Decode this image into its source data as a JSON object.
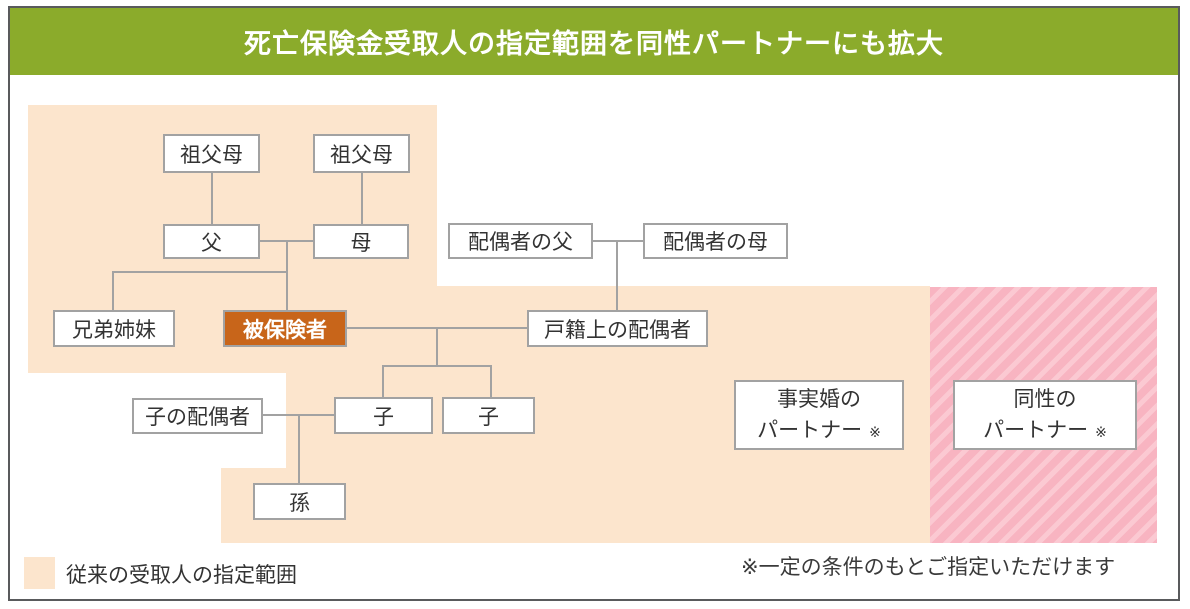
{
  "title": "死亡保険金受取人の指定範囲を同性パートナーにも拡大",
  "family_tree": {
    "nodes": [
      {
        "id": "grandparents-left",
        "label": "祖父母"
      },
      {
        "id": "grandparents-right",
        "label": "祖父母"
      },
      {
        "id": "father",
        "label": "父"
      },
      {
        "id": "mother",
        "label": "母"
      },
      {
        "id": "spouse-father",
        "label": "配偶者の父"
      },
      {
        "id": "spouse-mother",
        "label": "配偶者の母"
      },
      {
        "id": "siblings",
        "label": "兄弟姉妹"
      },
      {
        "id": "insured",
        "label": "被保険者"
      },
      {
        "id": "legal-spouse",
        "label": "戸籍上の配偶者"
      },
      {
        "id": "child-spouse",
        "label": "子の配偶者"
      },
      {
        "id": "child-1",
        "label": "子"
      },
      {
        "id": "child-2",
        "label": "孫"
      },
      {
        "id": "child-2b",
        "label": "子"
      }
    ]
  },
  "partner_boxes": [
    {
      "id": "defacto-partner",
      "line1": "事実婚の",
      "line2": "パートナー",
      "note_mark": "※"
    },
    {
      "id": "samesex-partner",
      "line1": "同性の",
      "line2": "パートナー",
      "note_mark": "※"
    }
  ],
  "legend": {
    "label": "従来の受取人の指定範囲"
  },
  "footnote": "※一定の条件のもとご指定いただけます",
  "colors": {
    "header_green": "#8bab2b",
    "traditional_range_peach": "#fce5cd",
    "new_range_pink_base": "#f8b4c1",
    "new_range_pink_stripe": "#fbcad3",
    "insured_orange": "#c8651a",
    "box_border_gray": "#a2a2a2",
    "frame_gray": "#595a5c",
    "text_dark": "#333333"
  }
}
